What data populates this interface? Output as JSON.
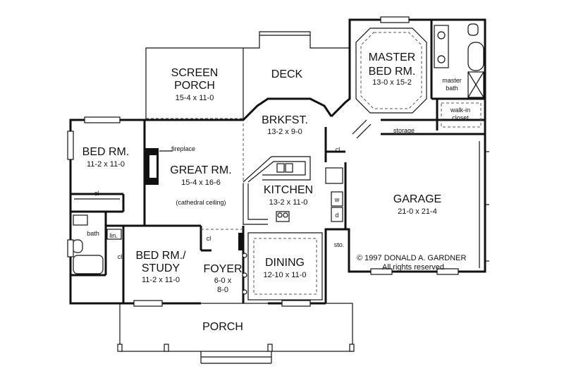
{
  "rooms": {
    "screen_porch": {
      "name1": "SCREEN",
      "name2": "PORCH",
      "dim": "15-4 x 11-0"
    },
    "deck": {
      "name": "DECK"
    },
    "master": {
      "name1": "MASTER",
      "name2": "BED RM.",
      "dim": "13-0 x 15-2"
    },
    "master_bath": {
      "line1": "master",
      "line2": "bath"
    },
    "walkin": {
      "line1": "walk-in",
      "line2": "closet"
    },
    "storage": {
      "name": "storage"
    },
    "brkfst": {
      "name": "BRKFST.",
      "dim": "13-2 x 9-0"
    },
    "bed": {
      "name": "BED RM.",
      "dim": "11-2 x 11-0"
    },
    "great": {
      "name": "GREAT RM.",
      "dim": "15-4 x 16-6",
      "note": "(cathedral ceiling)",
      "fireplace": "fireplace"
    },
    "kitchen": {
      "name": "KITCHEN",
      "dim": "13-2 x 11-0"
    },
    "garage": {
      "name": "GARAGE",
      "dim": "21-0 x 21-4"
    },
    "study": {
      "name1": "BED RM./",
      "name2": "STUDY",
      "dim": "11-2 x 11-0"
    },
    "foyer": {
      "name": "FOYER",
      "dim1": "6-0 x",
      "dim2": "8-0"
    },
    "dining": {
      "name": "DINING",
      "dim": "12-10 x 11-0"
    },
    "porch": {
      "name": "PORCH"
    }
  },
  "labels": {
    "cl": "cl",
    "bath": "bath",
    "lin": "lin.",
    "sto": "sto.",
    "w": "w",
    "d": "d"
  },
  "copyright": {
    "line1": "© 1997 DONALD A. GARDNER",
    "line2": "All rights reserved"
  }
}
